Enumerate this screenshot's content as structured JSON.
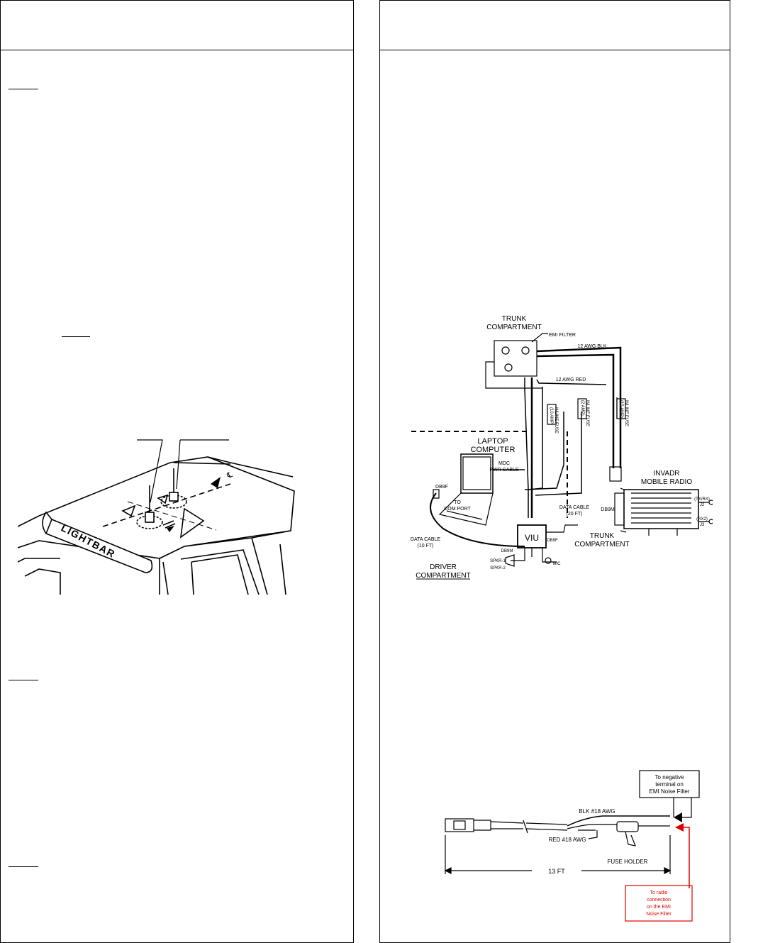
{
  "roof_figure": {
    "lightbar_label": "LIGHTBAR"
  },
  "wiring_diagram": {
    "trunk_compartment_top": [
      "TRUNK",
      "COMPARTMENT"
    ],
    "emi_filter": "EMI FILTER",
    "awg_blk": "12 AWG BLK",
    "awg_red": "12 AWG RED",
    "laptop": [
      "LAPTOP",
      "COMPUTER"
    ],
    "mdc_pwr_cable": [
      "MDC",
      "PWR CABLE"
    ],
    "radio": [
      "INVADR",
      "MOBILE RADIO"
    ],
    "db9f_top": "DB9F",
    "to_com_port": [
      "TO",
      "COM PORT"
    ],
    "data_cable_20": [
      "DATA CABLE",
      "(20 FT)"
    ],
    "db9m_radio": "DB9M",
    "tx_rx": [
      "(TX/RX)",
      "J2"
    ],
    "rx2": [
      "(RX2)",
      "J3"
    ],
    "trunk_compartment_bottom": [
      "TRUNK",
      "COMPARTMENT"
    ],
    "data_cable_10": [
      "DATA CABLE",
      "(10 FT)"
    ],
    "viu": "VIU",
    "db9m_viu": "DB9M",
    "db9f_viu": "DB9F",
    "spkr1": "SPKR-1",
    "spkr2": "SPKR-2",
    "mic": "MIC",
    "driver_compartment": [
      "DRIVER",
      "COMPARTMENT"
    ],
    "inline_fuse_10": [
      "INLINE FUSE",
      "(10 AMP)"
    ],
    "inline_fuse_2": [
      "INLINE FUSE",
      "(2 AMP)"
    ],
    "inline_fuse_15": [
      "INLINE FUSE",
      "(15 AMP)"
    ]
  },
  "power_cable": {
    "callout_negative": [
      "To negative",
      "terminal on",
      "EMI Noise Filter"
    ],
    "blk_wire": "BLK #18 AWG",
    "red_wire": "RED #18 AWG",
    "fuse_holder": "FUSE HOLDER",
    "length": "13 FT",
    "callout_radio": [
      "To radio",
      "connection",
      "on the EMI",
      "Noise Filter"
    ],
    "colors": {
      "callout_red": "#e00000"
    }
  }
}
